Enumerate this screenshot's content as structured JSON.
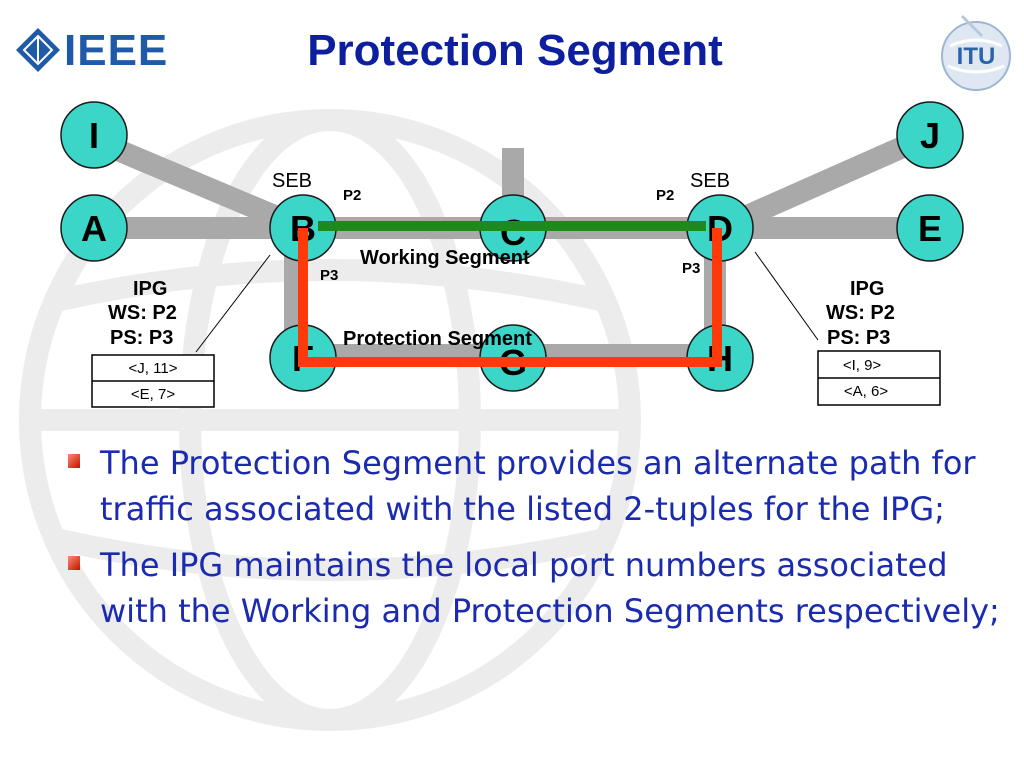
{
  "header": {
    "title": "Protection Segment",
    "left_logo_text": "IEEE",
    "right_logo_text": "ITU"
  },
  "diagram": {
    "nodes": {
      "I": "I",
      "J": "J",
      "A": "A",
      "B": "B",
      "C": "C",
      "D": "D",
      "E": "E",
      "F": "F",
      "G": "G",
      "H": "H"
    },
    "labels": {
      "seb_left": "SEB",
      "seb_right": "SEB",
      "p2_left": "P2",
      "p2_right": "P2",
      "p3_left": "P3",
      "p3_right": "P3",
      "working_segment": "Working Segment",
      "protection_segment": "Protection Segment"
    },
    "ipg_left": {
      "title": "IPG",
      "ws": "WS: P2",
      "ps": "PS: P3",
      "tuples": [
        "<J, 11>",
        "<E, 7>"
      ]
    },
    "ipg_right": {
      "title": "IPG",
      "ws": "WS: P2",
      "ps": "PS: P3",
      "tuples": [
        "<I, 9>",
        "<A, 6>"
      ]
    },
    "colors": {
      "node_fill": "#3cd6c8",
      "link": "#a9a9a9",
      "working": "#1e8a1e",
      "protection": "#ff3a0a",
      "label_text": "#000000"
    }
  },
  "bullets": [
    "The Protection Segment provides an alternate path for traffic associated with the listed 2-tuples for the IPG;",
    "The IPG maintains the local port numbers associated with the Working and Protection Segments respectively;"
  ],
  "colors": {
    "title": "#0d1f9e",
    "bullet_text": "#1a2bb0",
    "ieee_blue": "#1f5aa8"
  }
}
